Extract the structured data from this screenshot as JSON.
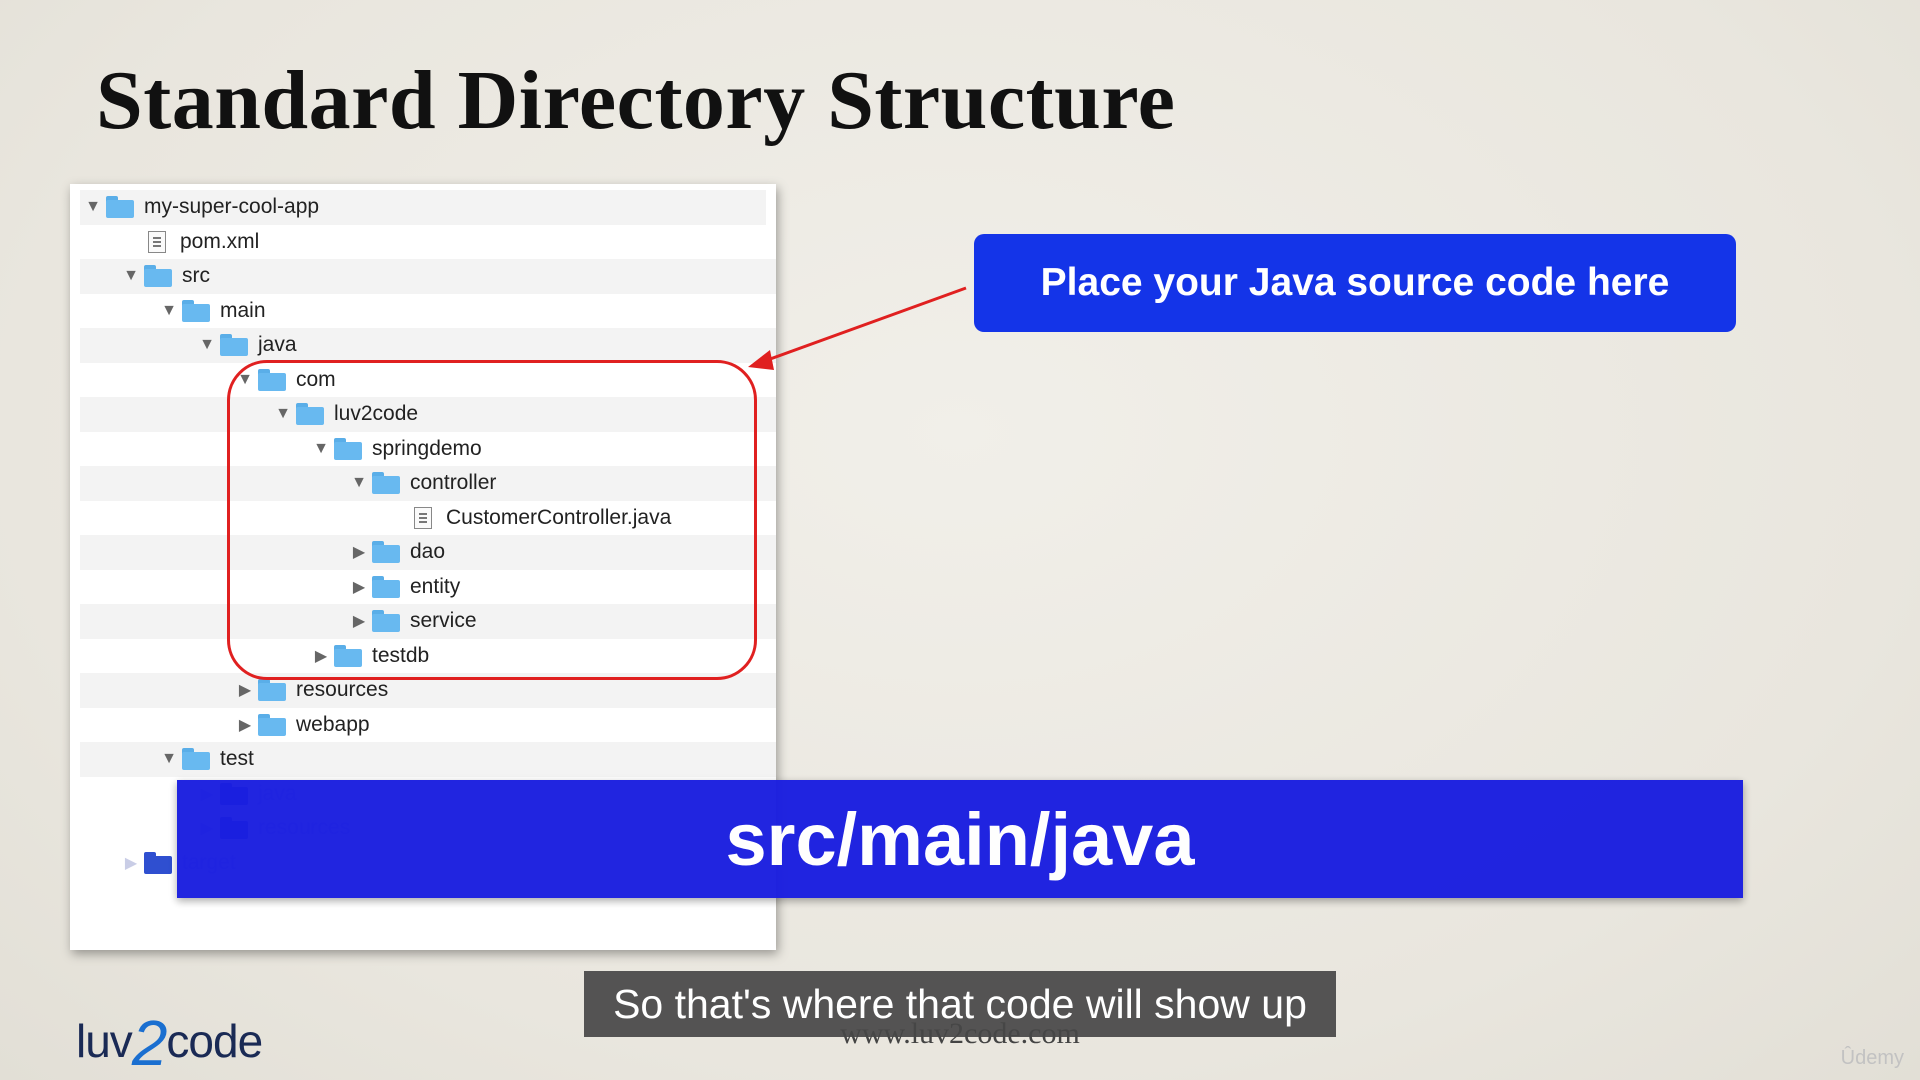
{
  "slide": {
    "title": "Standard Directory Structure",
    "callout": "Place your Java source code here",
    "banner": "src/main/java",
    "subtitle": "So that's where that code will show up",
    "url": "www.luv2code.com",
    "logo": {
      "left": "luv",
      "mid": "2",
      "right": "code"
    },
    "watermark": "Ûdemy"
  },
  "tree": {
    "rows": [
      {
        "label": "my-super-cool-app",
        "disclosure": "▼",
        "icon": "folder-icon"
      },
      {
        "label": "pom.xml",
        "disclosure": "",
        "icon": "file-icon"
      },
      {
        "label": "src",
        "disclosure": "▼",
        "icon": "folder-icon"
      },
      {
        "label": "main",
        "disclosure": "▼",
        "icon": "folder-icon"
      },
      {
        "label": "java",
        "disclosure": "▼",
        "icon": "folder-icon"
      },
      {
        "label": "com",
        "disclosure": "▼",
        "icon": "folder-icon"
      },
      {
        "label": "luv2code",
        "disclosure": "▼",
        "icon": "folder-icon"
      },
      {
        "label": "springdemo",
        "disclosure": "▼",
        "icon": "folder-icon"
      },
      {
        "label": "controller",
        "disclosure": "▼",
        "icon": "folder-icon"
      },
      {
        "label": "CustomerController.java",
        "disclosure": "",
        "icon": "file-icon"
      },
      {
        "label": "dao",
        "disclosure": "▶",
        "icon": "folder-icon"
      },
      {
        "label": "entity",
        "disclosure": "▶",
        "icon": "folder-icon"
      },
      {
        "label": "service",
        "disclosure": "▶",
        "icon": "folder-icon"
      },
      {
        "label": "testdb",
        "disclosure": "▶",
        "icon": "folder-icon"
      },
      {
        "label": "resources",
        "disclosure": "▶",
        "icon": "folder-icon"
      },
      {
        "label": "webapp",
        "disclosure": "▶",
        "icon": "folder-icon"
      },
      {
        "label": "test",
        "disclosure": "▼",
        "icon": "folder-icon"
      },
      {
        "label": "java",
        "disclosure": "▶",
        "icon": "folder-icon"
      },
      {
        "label": "resources",
        "disclosure": "▶",
        "icon": "folder-icon"
      },
      {
        "label": "target",
        "disclosure": "▶",
        "icon": "folder-icon"
      }
    ]
  },
  "colors": {
    "callout_bg": "#1434e8",
    "banner_bg": "#1a1ee0",
    "highlight_ring": "#e02020",
    "folder": "#68b9f0"
  }
}
